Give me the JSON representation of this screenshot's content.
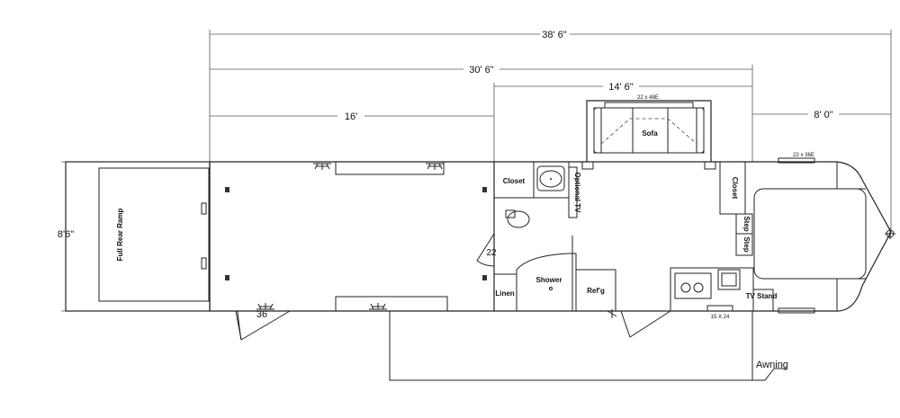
{
  "dimensions": {
    "overall": "38' 6\"",
    "body": "30' 6\"",
    "slide": "14' 6\"",
    "rear": "16'",
    "front": "8' 0\"",
    "width": "8'6\""
  },
  "labels": {
    "ramp": "Full Rear Ramp",
    "door": "36",
    "closet_left": "Closet",
    "optional_tv": "Optional TV",
    "sofa": "Sofa",
    "sofa_window": "22 x 48E",
    "front_window": "22 x 36E",
    "closet_right": "Closet",
    "step1": "Step",
    "step2": "Step",
    "bath_door": "22",
    "shower": "Shower",
    "linen": "Linen",
    "refrig": "Ref'g",
    "tv_stand": "TV Stand",
    "kitchen_window": "15 X 24",
    "awning": "Awning"
  }
}
